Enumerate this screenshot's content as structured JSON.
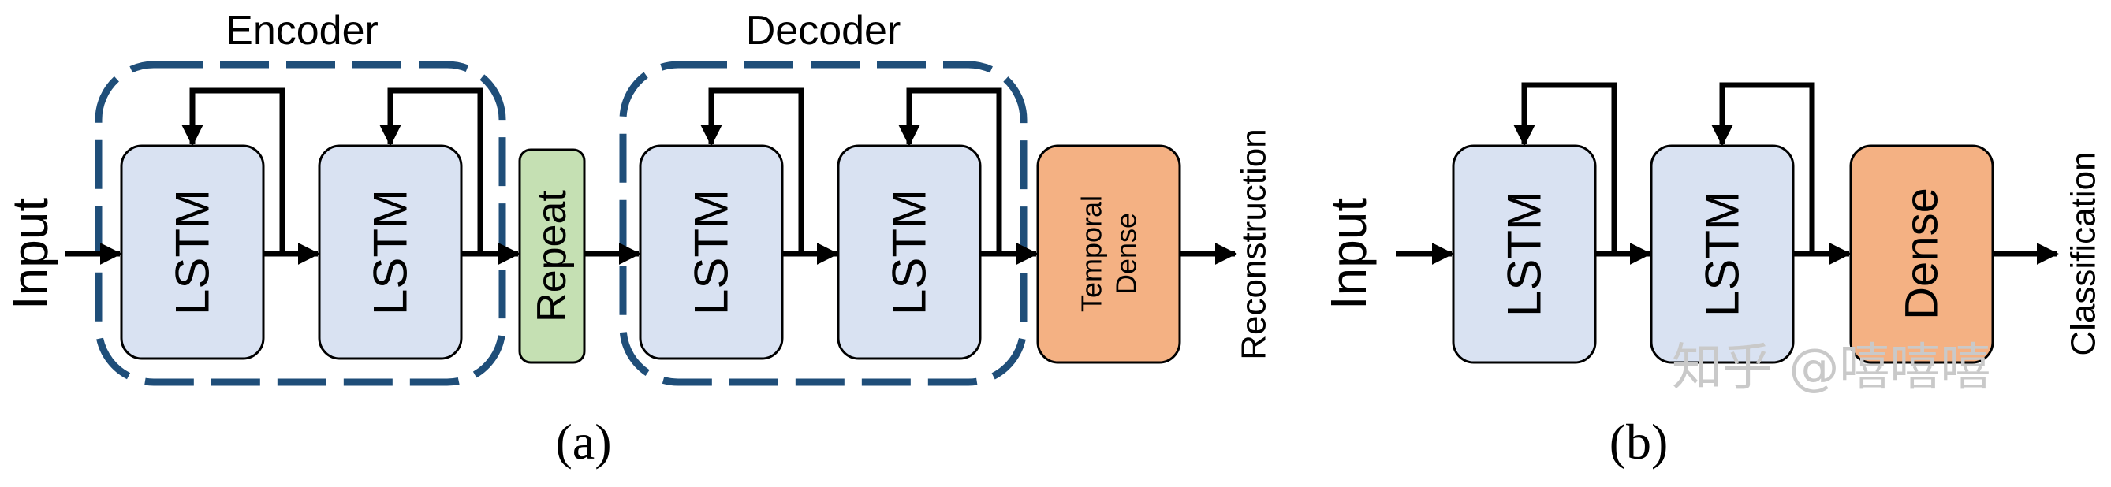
{
  "diagram_a": {
    "caption": "(a)",
    "input_label": "Input",
    "output_label": "Reconstruction",
    "encoder": {
      "title": "Encoder",
      "blocks": [
        "LSTM",
        "LSTM"
      ]
    },
    "repeat_label": "Repeat",
    "decoder": {
      "title": "Decoder",
      "blocks": [
        "LSTM",
        "LSTM"
      ]
    },
    "temporal_dense": {
      "line1": "Temporal",
      "line2": "Dense"
    }
  },
  "diagram_b": {
    "caption": "(b)",
    "input_label": "Input",
    "output_label": "Classification",
    "blocks": [
      "LSTM",
      "LSTM"
    ],
    "dense_label": "Dense"
  },
  "watermark": "知乎 @嘻嘻嘻",
  "colors": {
    "lstm_fill": "#d9e2f2",
    "repeat_fill": "#c5e0b3",
    "dense_fill": "#f4b183",
    "group_dash": "#1f4e79",
    "stroke": "#000000"
  }
}
